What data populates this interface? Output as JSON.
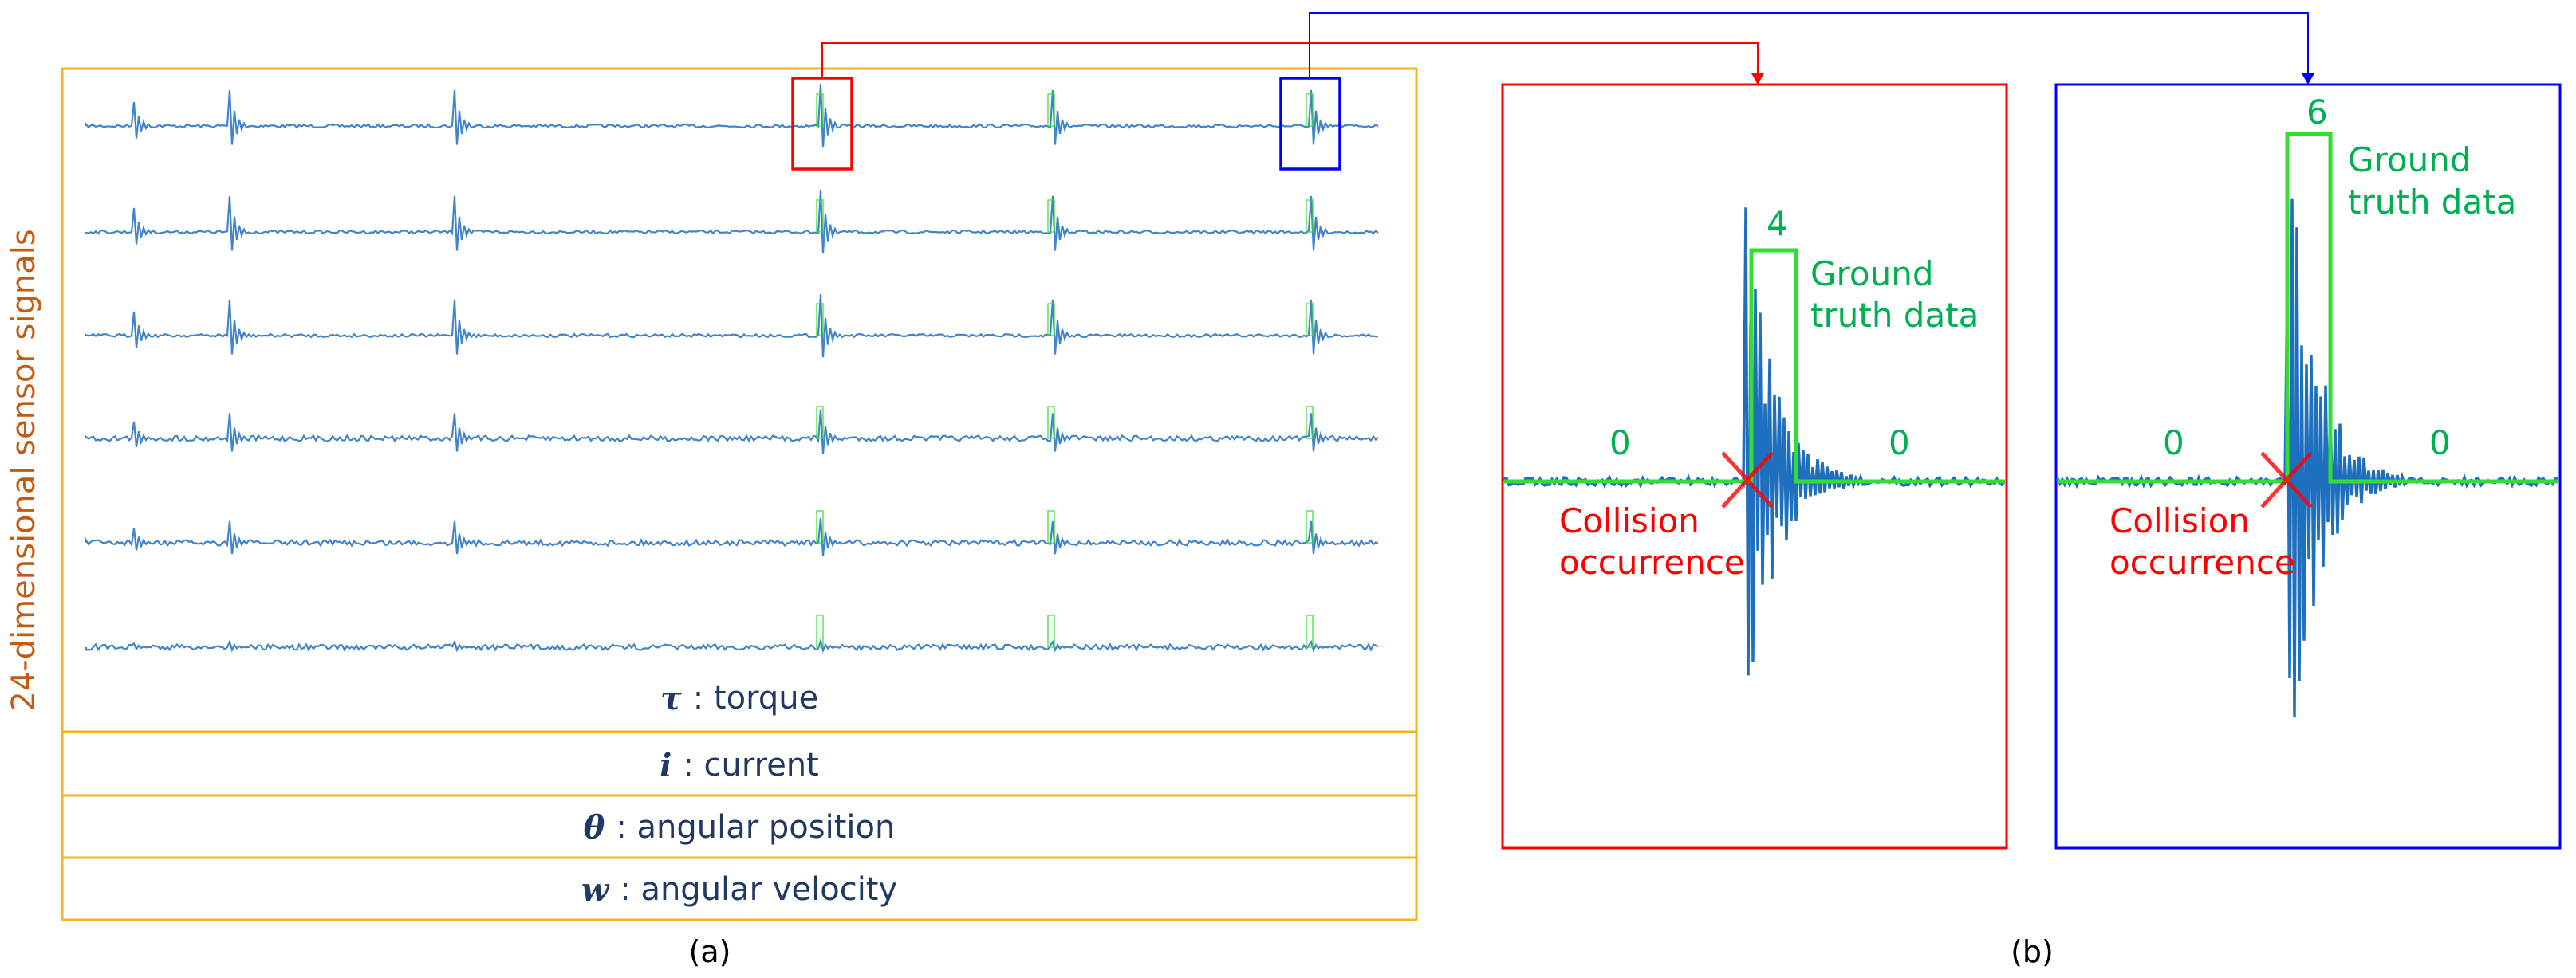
{
  "panel_a": {
    "side_label": "24-dimensional sensor signals",
    "legend": [
      {
        "symbol": "τ",
        "text": ": torque"
      },
      {
        "symbol": "i",
        "text": ": current"
      },
      {
        "symbol": "θ",
        "text": ": angular position"
      },
      {
        "symbol": "w",
        "text": ": angular velocity"
      }
    ],
    "caption": "(a)"
  },
  "panel_b": {
    "caption": "(b)",
    "zoom_red": {
      "gt_value": "4",
      "gt_label": [
        "Ground",
        "truth data"
      ],
      "left_zero": "0",
      "right_zero": "0",
      "collision_label": [
        "Collision",
        "occurrence"
      ]
    },
    "zoom_blue": {
      "gt_value": "6",
      "gt_label": [
        "Ground",
        "truth data"
      ],
      "left_zero": "0",
      "right_zero": "0",
      "collision_label": [
        "Collision",
        "occurrence"
      ]
    }
  },
  "colors": {
    "frame_orange": "#f4b41a",
    "signal_blue": "#1f6fbf",
    "ground_truth_green": "#33dd33",
    "highlight_red": "#ff0000",
    "highlight_blue": "#0000ff"
  }
}
